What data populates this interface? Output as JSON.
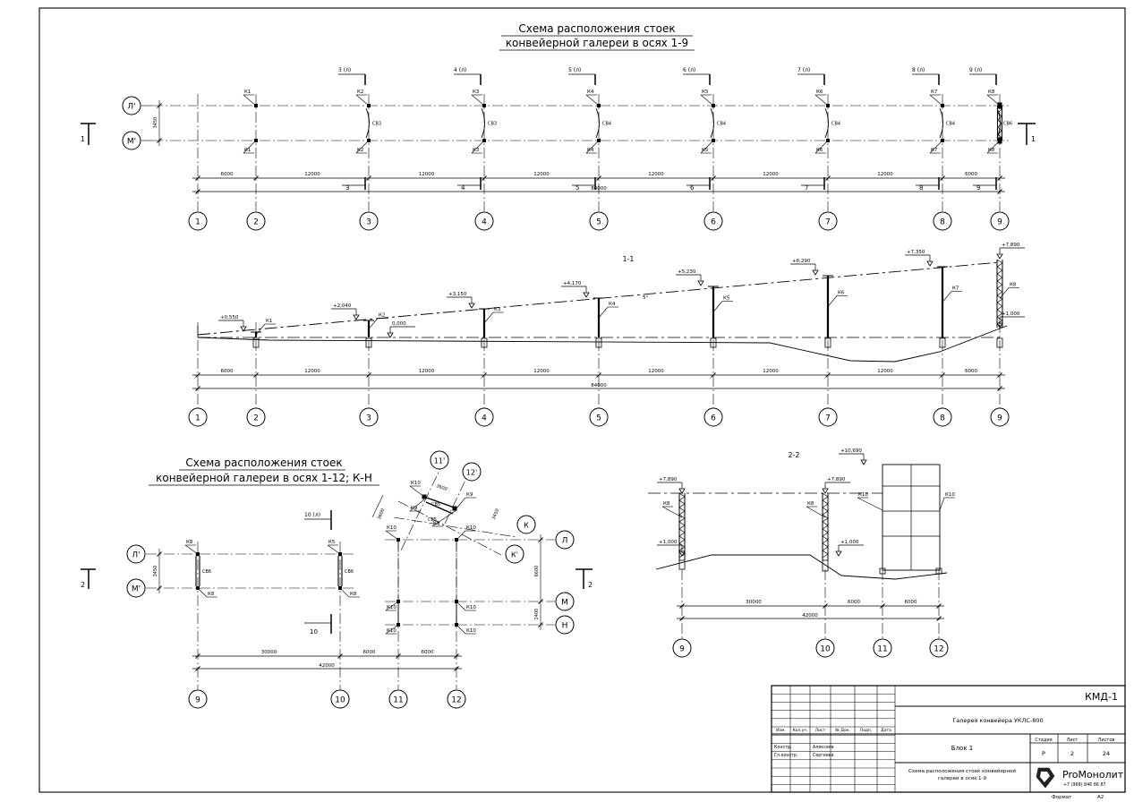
{
  "titles": {
    "plan_1_9": [
      "Схема расположения стоек",
      "конвейерной галереи в осях 1-9"
    ],
    "plan_1_12": [
      "Схема расположения стоек",
      "конвейерной галереи в осях 1-12; К-Н"
    ],
    "section_1": "1-1",
    "section_2": "2-2"
  },
  "plan_1_9": {
    "row_axes": [
      "Л'",
      "М'"
    ],
    "row_spacing": "3450",
    "axes": [
      "1",
      "2",
      "3",
      "4",
      "5",
      "6",
      "7",
      "8",
      "9"
    ],
    "col_labels": [
      "К1",
      "К2",
      "К3",
      "К4",
      "К5",
      "К6",
      "К7",
      "К8"
    ],
    "brace_labels": [
      "СВ3",
      "СВ3",
      "СВ4",
      "СВ4",
      "СВ4",
      "СВ4",
      "СВ6"
    ],
    "section_marks": [
      "3 (л)",
      "4 (л)",
      "5 (л)",
      "6 (л)",
      "7 (л)",
      "8 (л)",
      "9 (л)"
    ],
    "under_numbers": [
      "3",
      "4",
      "5",
      "6",
      "7",
      "8",
      "9"
    ],
    "spans": [
      "6000",
      "12000",
      "12000",
      "12000",
      "12000",
      "12000",
      "12000",
      "6000"
    ],
    "total": "84000",
    "cut_label": "1"
  },
  "section_1": {
    "elevations": [
      "+0,550",
      "+2,040",
      "+3,150",
      "+4,170",
      "+5,230",
      "+6,290",
      "+7,350",
      "+7,890"
    ],
    "ground_mark": "0,000",
    "bottom_mark": "+1,000",
    "slope": "5°",
    "col_labels": [
      "К1",
      "К2",
      "К3",
      "К4",
      "К5",
      "К6",
      "К7",
      "К8"
    ],
    "spans": [
      "6000",
      "12000",
      "12000",
      "12000",
      "12000",
      "12000",
      "12000",
      "6000"
    ],
    "total": "84000",
    "axes": [
      "1",
      "2",
      "3",
      "4",
      "5",
      "6",
      "7",
      "8",
      "9"
    ]
  },
  "plan_1_12": {
    "rows": [
      "Л'",
      "М'"
    ],
    "rows_right": [
      "Л",
      "М",
      "Н"
    ],
    "diag_axes": [
      "11'",
      "12'",
      "К",
      "К'"
    ],
    "col_labels": [
      "К8",
      "К8",
      "К5",
      "К8",
      "К9",
      "К10",
      "К9",
      "К10",
      "К10",
      "К10",
      "К10",
      "К10",
      "К10"
    ],
    "brace_labels": [
      "СВ6",
      "СВ6",
      "СВ5",
      "СВ5"
    ],
    "section_marks": [
      "10 (л)",
      "10"
    ],
    "dims": [
      "3450",
      "3600",
      "3450",
      "3600",
      "6600",
      "2400"
    ],
    "spans": [
      "30000",
      "6000",
      "6000"
    ],
    "total": "42000",
    "axes": [
      "9",
      "10",
      "11",
      "12"
    ],
    "cut_label": "2"
  },
  "section_2": {
    "elevations": [
      "+7,890",
      "+7,890",
      "+10,690"
    ],
    "bottom_marks": [
      "+1,000",
      "+1,000"
    ],
    "col_labels": [
      "К8",
      "К8",
      "К10",
      "К10"
    ],
    "spans": [
      "30000",
      "6000",
      "6000"
    ],
    "total": "42000",
    "axes": [
      "9",
      "10",
      "11",
      "12"
    ]
  },
  "stamp": {
    "code": "КМД-1",
    "project": "Галерея конвейера УКЛС-800",
    "block": "Блок 1",
    "sheet_desc": [
      "Схема расположения стоек конвейерной",
      "галереи в осях 1-9"
    ],
    "col_heads": [
      "Изм.",
      "Кол.уч.",
      "Лист",
      "№ Док.",
      "Подп.",
      "Дата"
    ],
    "roles": [
      {
        "role": "Констр.",
        "name": "Алексеев"
      },
      {
        "role": "Гл.констр.",
        "name": "Сергеева"
      }
    ],
    "stage_heads": [
      "Стадия",
      "Лист",
      "Листов"
    ],
    "stage_vals": [
      "Р",
      "2",
      "24"
    ],
    "company": "ProМонолит",
    "phone": "+7 (968) 846 86 87",
    "format_label": "Формат",
    "format": "А2"
  }
}
